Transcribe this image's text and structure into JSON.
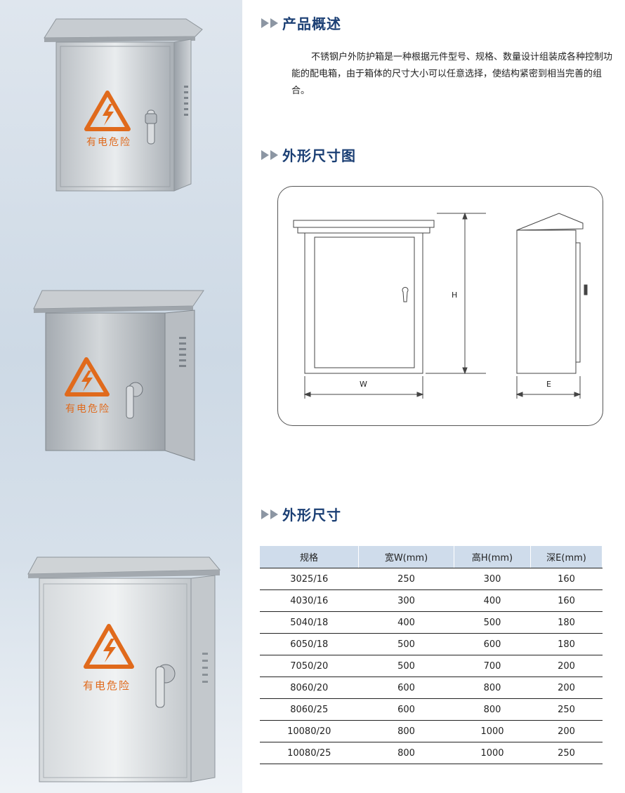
{
  "sections": {
    "overview_title": "产品概述",
    "dimension_drawing_title": "外形尺寸图",
    "dimension_table_title": "外形尺寸"
  },
  "overview_text": "不锈钢户外防护箱是一种根据元件型号、规格、数量设计组装成各种控制功能的配电箱，由于箱体的尺寸大小可以任意选择，使结构紧密到相当完善的组合。",
  "warning_label": "有电危险",
  "drawing_labels": {
    "width": "W",
    "height": "H",
    "depth": "E"
  },
  "colors": {
    "title": "#1b3f74",
    "warning": "#e06a1c",
    "table_header": "#cfdceb"
  },
  "spec_table": {
    "headers": [
      "规格",
      "宽W(mm)",
      "高H(mm)",
      "深E(mm)"
    ],
    "rows": [
      [
        "3025/16",
        "250",
        "300",
        "160"
      ],
      [
        "4030/16",
        "300",
        "400",
        "160"
      ],
      [
        "5040/18",
        "400",
        "500",
        "180"
      ],
      [
        "6050/18",
        "500",
        "600",
        "180"
      ],
      [
        "7050/20",
        "500",
        "700",
        "200"
      ],
      [
        "8060/20",
        "600",
        "800",
        "200"
      ],
      [
        "8060/25",
        "600",
        "800",
        "250"
      ],
      [
        "10080/20",
        "800",
        "1000",
        "200"
      ],
      [
        "10080/25",
        "800",
        "1000",
        "250"
      ]
    ]
  }
}
